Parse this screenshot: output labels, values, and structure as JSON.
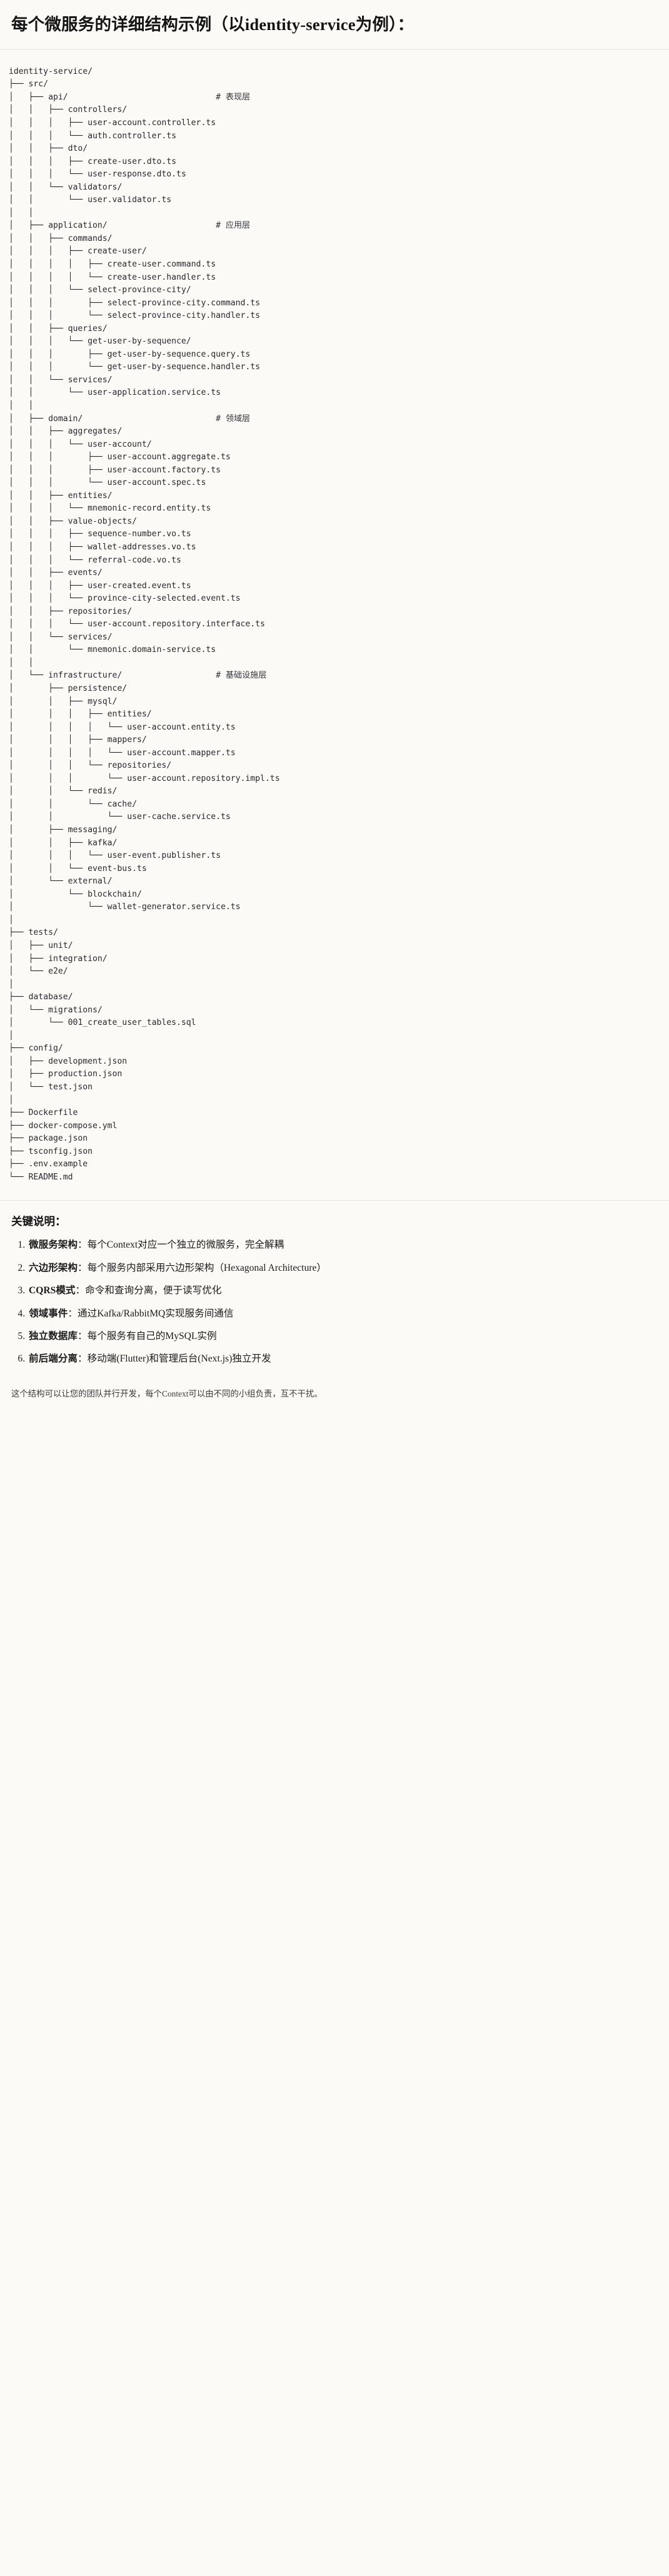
{
  "heading": "每个微服务的详细结构示例（以identity-service为例）：",
  "tree": {
    "root_label": "identity-service/",
    "comment_marker": "#",
    "lines": [
      "identity-service/",
      "├── src/",
      "│   ├── api/                              # 表现层",
      "│   │   ├── controllers/",
      "│   │   │   ├── user-account.controller.ts",
      "│   │   │   └── auth.controller.ts",
      "│   │   ├── dto/",
      "│   │   │   ├── create-user.dto.ts",
      "│   │   │   └── user-response.dto.ts",
      "│   │   └── validators/",
      "│   │       └── user.validator.ts",
      "│   │",
      "│   ├── application/                      # 应用层",
      "│   │   ├── commands/",
      "│   │   │   ├── create-user/",
      "│   │   │   │   ├── create-user.command.ts",
      "│   │   │   │   └── create-user.handler.ts",
      "│   │   │   └── select-province-city/",
      "│   │   │       ├── select-province-city.command.ts",
      "│   │   │       └── select-province-city.handler.ts",
      "│   │   ├── queries/",
      "│   │   │   └── get-user-by-sequence/",
      "│   │   │       ├── get-user-by-sequence.query.ts",
      "│   │   │       └── get-user-by-sequence.handler.ts",
      "│   │   └── services/",
      "│   │       └── user-application.service.ts",
      "│   │",
      "│   ├── domain/                           # 领域层",
      "│   │   ├── aggregates/",
      "│   │   │   └── user-account/",
      "│   │   │       ├── user-account.aggregate.ts",
      "│   │   │       ├── user-account.factory.ts",
      "│   │   │       └── user-account.spec.ts",
      "│   │   ├── entities/",
      "│   │   │   └── mnemonic-record.entity.ts",
      "│   │   ├── value-objects/",
      "│   │   │   ├── sequence-number.vo.ts",
      "│   │   │   ├── wallet-addresses.vo.ts",
      "│   │   │   └── referral-code.vo.ts",
      "│   │   ├── events/",
      "│   │   │   ├── user-created.event.ts",
      "│   │   │   └── province-city-selected.event.ts",
      "│   │   ├── repositories/",
      "│   │   │   └── user-account.repository.interface.ts",
      "│   │   └── services/",
      "│   │       └── mnemonic.domain-service.ts",
      "│   │",
      "│   └── infrastructure/                   # 基础设施层",
      "│       ├── persistence/",
      "│       │   ├── mysql/",
      "│       │   │   ├── entities/",
      "│       │   │   │   └── user-account.entity.ts",
      "│       │   │   ├── mappers/",
      "│       │   │   │   └── user-account.mapper.ts",
      "│       │   │   └── repositories/",
      "│       │   │       └── user-account.repository.impl.ts",
      "│       │   └── redis/",
      "│       │       └── cache/",
      "│       │           └── user-cache.service.ts",
      "│       ├── messaging/",
      "│       │   ├── kafka/",
      "│       │   │   └── user-event.publisher.ts",
      "│       │   └── event-bus.ts",
      "│       └── external/",
      "│           └── blockchain/",
      "│               └── wallet-generator.service.ts",
      "│",
      "├── tests/",
      "│   ├── unit/",
      "│   ├── integration/",
      "│   └── e2e/",
      "│",
      "├── database/",
      "│   └── migrations/",
      "│       └── 001_create_user_tables.sql",
      "│",
      "├── config/",
      "│   ├── development.json",
      "│   ├── production.json",
      "│   └── test.json",
      "│",
      "├── Dockerfile",
      "├── docker-compose.yml",
      "├── package.json",
      "├── tsconfig.json",
      "├── .env.example",
      "└── README.md"
    ],
    "layer_comments": [
      {
        "path": "api/",
        "comment": "# 表现层"
      },
      {
        "path": "application/",
        "comment": "# 应用层"
      },
      {
        "path": "domain/",
        "comment": "# 领域层"
      },
      {
        "path": "infrastructure/",
        "comment": "# 基础设施层"
      }
    ]
  },
  "keys": {
    "title": "关键说明：",
    "items": [
      {
        "term": "微服务架构",
        "sep": "：",
        "desc": "每个Context对应一个独立的微服务，完全解耦"
      },
      {
        "term": "六边形架构",
        "sep": "：",
        "desc": "每个服务内部采用六边形架构（Hexagonal Architecture）"
      },
      {
        "term": "CQRS模式",
        "sep": "：",
        "desc": "命令和查询分离，便于读写优化"
      },
      {
        "term": "领域事件",
        "sep": "：",
        "desc": "通过Kafka/RabbitMQ实现服务间通信"
      },
      {
        "term": "独立数据库",
        "sep": "：",
        "desc": "每个服务有自己的MySQL实例"
      },
      {
        "term": "前后端分离",
        "sep": "：",
        "desc": "移动端(Flutter)和管理后台(Next.js)独立开发"
      }
    ]
  },
  "closing": "这个结构可以让您的团队并行开发，每个Context可以由不同的小组负责，互不干扰。"
}
